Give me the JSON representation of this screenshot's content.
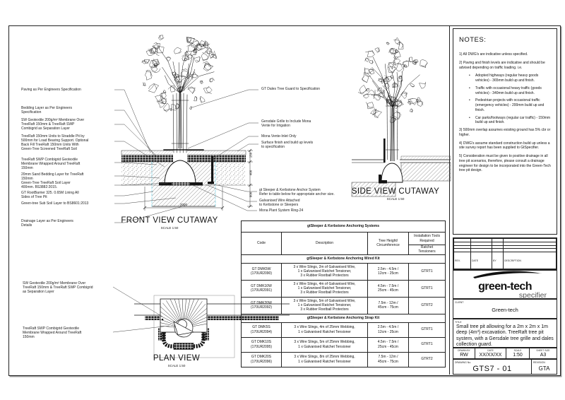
{
  "views": {
    "front": {
      "title": "FRONT VIEW CUTAWAY",
      "scale": "SCALE 1:50"
    },
    "side": {
      "title": "SIDE VIEW CUTAWAY",
      "scale": "SCALE 1:50"
    },
    "plan": {
      "title": "PLAN VIEW",
      "scale": "SCALE 1:50"
    }
  },
  "dimensions": {
    "pit_width": "2000",
    "depth_top": "150",
    "depth_mid": "400",
    "depth_bottom": "600"
  },
  "annotations": {
    "left": [
      "Paving as Per Engineers Specification",
      "Bedding Layer as Per Engineers\nSpecification",
      "SW Geotextile 200g/m² Membrane Over\nTreeRaft 150mm & TreeRaft SWP\nCombigrid as Separation Layer",
      "TreeRaft 150mm Units to Straddle Pit by\n500mm for Load Bearing Support.  Optional\nBack Fill TreeRaft 150mm Units  With\nGreen-Tree Screened TreeRaft Soil",
      "TreeRaft SWP Combigrid Geotextile\nMembrane Wrapped Around TreeRaft\n150mm",
      "20mm Sand Bedding Layer for TreeRaft\n150mm",
      "Green-Tree TreeRaft Soil Layer\n400mm. BS3882:2015.",
      "GT RootBarrier 325. 0.65M Lining All\nSides of Tree Pit",
      "Green-tree Sub Soil Layer to BS8601:2013",
      "Drainage Layer as Per Engineers\nDetails"
    ],
    "center": [
      "GT Dales Tree Guard to Specification",
      "Gersdale Grille to Include Mona\nVente for Irrigation",
      "Mona Vente-Inlet Only",
      "Surface finish and build up levels\nto specification",
      "gt Sleeper & Kerbstone Anchor System\nRefer to table below for appropriate anchor size.",
      "Galvanised Wire Attached\nto Kerbstone or Sleepers",
      "Mona Plant System Ring-24"
    ],
    "plan": [
      "SW Geotextile 200g/m² Membrane Over\nTreeRaft 150mm & TreeRaft SWP Combigrid\nas Separation Layer",
      "TreeRaft SWP Combigrid Geotextile\nMembrane Wrapped Around TreeRaft\n150mm"
    ]
  },
  "table": {
    "title": "gtSleeper & Kerbstone Anchoring Systems",
    "headers": {
      "code": "Code",
      "description": "Description",
      "tree": "Tree Height/\nCircumference",
      "tools_top": "Installation Tools\nRequired",
      "tools_bottom": "Ratchet\nTensioners"
    },
    "sections": [
      {
        "heading": "gtSleeper & Kerbstone Anchoring Wired Kit",
        "rows": [
          {
            "code": "GT DMK5W\n(170UR2090)",
            "desc": "3 x Wire Slings, 2m of Galvanised Wire,\n1 x Galvanised Ratchet Tensioner,\n3 x Rubber Rootball Protectors",
            "height": "2.5m - 4.5m /\n12cm - 25cm",
            "tool": "GTRT1"
          },
          {
            "code": "GT DMK10W\n(170UR2091)",
            "desc": "3 x Wire Slings, 4m of Galvanised Wire,\n1 x Galvanised Ratchet Tensioner,\n3 x Rubber Rootball Protectors",
            "height": "4.5m - 7.5m /\n25cm - 45cm",
            "tool": "GTRT1"
          },
          {
            "code": "GT DMK20W\n(170UR2092)",
            "desc": "3 x Wire Slings, 5m of Galvanised Wire,\n1 x Galvanised Ratchet Tensioner,\n3 x Rubber Rootball Protectors",
            "height": "7.5m - 12m /\n45cm - 75cm",
            "tool": "GTRT2"
          }
        ]
      },
      {
        "heading": "gtSleeper & Kerbstone Anchoring Strap Kit",
        "rows": [
          {
            "code": "GT DMK5S\n(170UR2094)",
            "desc": "3 x Wire Slings, 4m of 25mm Webbing,\n1 x Galvanised Ratchet Tensioner",
            "height": "2.5m - 4.5m /\n12cm - 25cm",
            "tool": "GTRT1"
          },
          {
            "code": "GT DMK10S\n(170UR2095)",
            "desc": "3 x Wire Slings, 5m of 25mm Webbing,\n1 x Galvanised Ratchet Tensioner",
            "height": "4.5m - 7.5m /\n25cm - 45cm",
            "tool": "GTRT1"
          },
          {
            "code": "GT DMK20S\n(170UR2096)",
            "desc": "3 x Wire Slings, 8m of 25mm Webbing,\n1 x Galvanised Ratchet Tensioner",
            "height": "7.5m - 12m /\n45cm - 75cm",
            "tool": "GTRT2"
          }
        ]
      }
    ]
  },
  "notes": {
    "heading": "NOTES:",
    "p1": "1) All DWG's are indicative unless specified.",
    "p2": "2) Paving and finish levels are indicative and should be advised depending on traffic loading. i.e.",
    "bullets": [
      "Adopted highways (regular heavy goods vehicles) - 365mm build up and finish.",
      "Traffic with occasional heavy traffic (goods vehicles) - 340mm build up and finish.",
      "Pedestrian projects with occasional traffic (emergency vehicles) - 200mm build up and finish.",
      "Car parks/footways (regular car traffic) - 150mm build up and finish."
    ],
    "p3": "3) 500mm overlap assumes existing ground has 5% cbr or higher.",
    "p4": "4) DWG's assume standard construction build up unless a site survey report has been supplied to GtSpecifier.",
    "p5": "5) Consideration must be given to positive drainage in all tree pit scenarios, therefore, please consult a drainage engineer for design to be incorporated into the Green-Tech tree pit design."
  },
  "titleblock": {
    "rev_headers": [
      "REV.",
      "DATE",
      "BY",
      "DESCRIPTION"
    ],
    "logo": {
      "main": "green-tech",
      "sub": "specifier"
    },
    "client_label": "CLIENT",
    "client": "Green-tech",
    "title_label": "TITLE",
    "title": "Small tree pit allowing for a 2m x 2m x 1m deep (4m³) excavation. TreeRaft tree pit system, with a Gersdale tree grille and dales collection guard.",
    "fields": [
      {
        "label": "DRAWN BY",
        "value": "RW"
      },
      {
        "label": "DATE",
        "value": "XX/XX/XX"
      },
      {
        "label": "SCALE",
        "value": "1:50"
      },
      {
        "label": "SHEET SIZE",
        "value": "A3"
      }
    ],
    "drawing_no_label": "DRAWING No.",
    "drawing_no": "GTS7 - 01",
    "revision_label": "REVISION",
    "revision": "GTA"
  }
}
